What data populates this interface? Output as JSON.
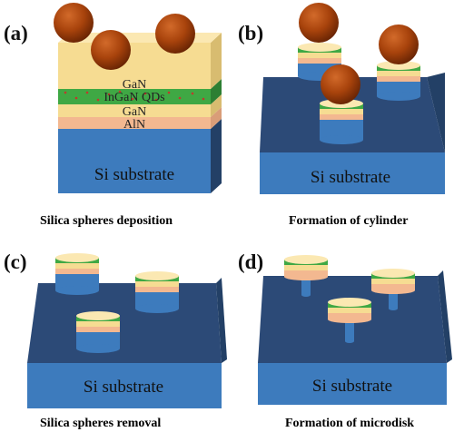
{
  "panels": {
    "a": {
      "label": "(a)",
      "caption": "Silica spheres deposition",
      "layers": [
        "GaN",
        "InGaN QDs",
        "GaN",
        "AlN"
      ],
      "substrate": "Si substrate"
    },
    "b": {
      "label": "(b)",
      "caption": "Formation of cylinder",
      "substrate": "Si substrate"
    },
    "c": {
      "label": "(c)",
      "caption": "Silica spheres removal",
      "substrate": "Si substrate"
    },
    "d": {
      "label": "(d)",
      "caption": "Formation of microdisk",
      "substrate": "Si substrate"
    }
  },
  "colors": {
    "substrate_front": "#3d7bbd",
    "substrate_top": "#2c4a77",
    "substrate_side": "#234066",
    "gan": "#f6dc92",
    "ingan": "#3fa844",
    "aln": "#f3b890",
    "sphere": "#a8430c"
  }
}
